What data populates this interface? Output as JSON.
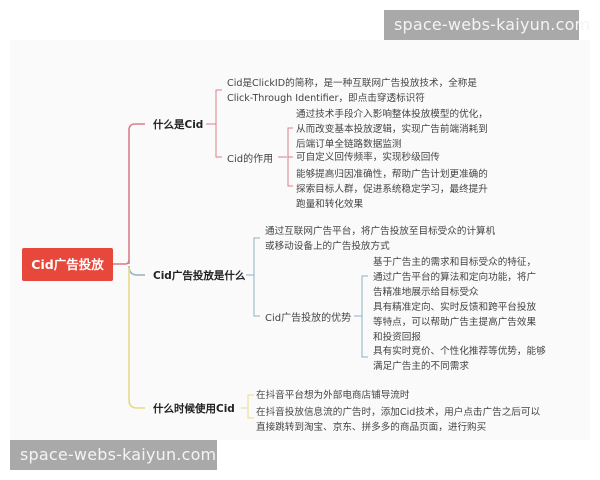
{
  "watermark": {
    "top": "space-webs-kaiyun.com",
    "bottom": "space-webs-kaiyun.com"
  },
  "mindmap": {
    "root": {
      "label": "Cid广告投放",
      "color": "#e8473b"
    },
    "branches": [
      {
        "label": "什么是Cid",
        "color": "#d9808a",
        "children": [
          {
            "text_lines": [
              "Cid是ClickID的简称，是一种互联网广告投放技术，全称是",
              "Click-Through Identifier，即点击穿透标识符"
            ]
          },
          {
            "label": "Cid的作用",
            "children": [
              {
                "text_lines": [
                  "通过技术手段介入影响整体投放模型的优化，",
                  "从而改变基本投放逻辑，实现广告前端消耗到",
                  "后端订单全链路数据监测"
                ]
              },
              {
                "text_lines": [
                  "可自定义回传频率，实现秒级回传"
                ]
              },
              {
                "text_lines": [
                  "能够提高归因准确性，帮助广告计划更准确的",
                  "探索目标人群，促进系统稳定学习，最终提升",
                  "跑量和转化效果"
                ]
              }
            ]
          }
        ]
      },
      {
        "label": "Cid广告投放是什么",
        "color": "#8fb3c0",
        "children": [
          {
            "text_lines": [
              "通过互联网广告平台，将广告投放至目标受众的计算机",
              "或移动设备上的广告投放方式"
            ]
          },
          {
            "label": "Cid广告投放的优势",
            "children": [
              {
                "text_lines": [
                  "基于广告主的需求和目标受众的特征，",
                  "通过广告平台的算法和定向功能，将广",
                  "告精准地展示给目标受众"
                ]
              },
              {
                "text_lines": [
                  "具有精准定向、实时反馈和跨平台投放",
                  "等特点，可以帮助广告主提高广告效果",
                  "和投资回报"
                ]
              },
              {
                "text_lines": [
                  "具有实时竞价、个性化推荐等优势，能够",
                  "满足广告主的不同需求"
                ]
              }
            ]
          }
        ]
      },
      {
        "label": "什么时候使用Cid",
        "color": "#e8d98a",
        "children": [
          {
            "text_lines": [
              "在抖音平台想为外部电商店铺导流时"
            ]
          },
          {
            "text_lines": [
              "在抖音投放信息流的广告时，添加Cid技术，用户点击广告之后可以",
              "直接跳转到淘宝、京东、拼多多的商品页面，进行购买"
            ]
          }
        ]
      }
    ]
  }
}
